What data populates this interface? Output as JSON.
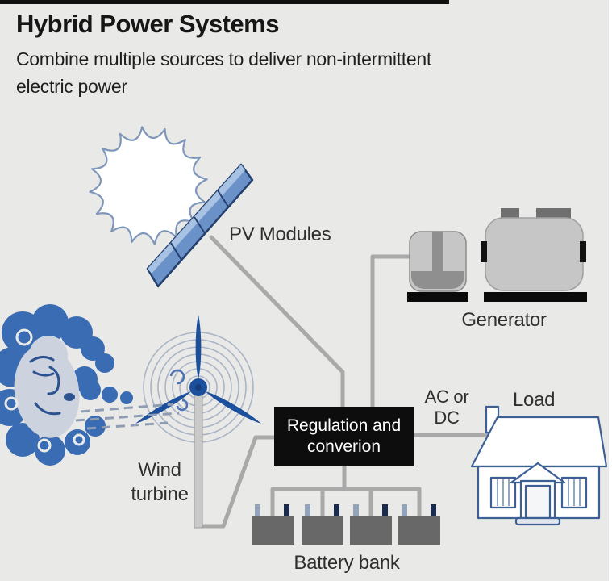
{
  "header": {
    "title": "Hybrid Power Systems",
    "subtitle_line1": "Combine multiple sources to deliver non-intermittent",
    "subtitle_line2": "electric power"
  },
  "diagram": {
    "labels": {
      "pv_modules": "PV Modules",
      "generator": "Generator",
      "wind_turbine": "Wind turbine",
      "regulation": "Regulation and converion",
      "ac_dc": "AC or DC",
      "load": "Load",
      "battery_bank": "Battery bank"
    },
    "icons": {
      "sun": "sun-icon",
      "pv_panel": "solar-panel-icon",
      "wind_cloud": "blowing-cloud-icon",
      "wind_turbine": "wind-turbine-icon",
      "generator": "engine-generator-icon",
      "battery_bank": "battery-bank-icon",
      "load_house": "house-icon"
    },
    "battery_count": 4
  },
  "colors": {
    "background": "#e9e9e7",
    "title_text": "#161616",
    "label_text": "#2f2f2f",
    "wire_gray": "#a9a9a9",
    "box_black": "#0d0d0d",
    "box_text": "#ffffff",
    "blade_blue": "#1c4f9c",
    "panel_blue": "#6b92c8",
    "panel_light": "#a8c2e3",
    "panel_outline": "#24406e",
    "sun_outline": "#7e96ba",
    "cloud_blue": "#3a6cb4",
    "cloud_face": "#ccd3de",
    "generator_gray": "#c6c6c6",
    "generator_dark": "#8f8f8f",
    "battery_gray": "#686868",
    "terminal_light": "#93a4ba",
    "terminal_dark": "#1b2b4d",
    "house_outline": "#3c6095"
  }
}
